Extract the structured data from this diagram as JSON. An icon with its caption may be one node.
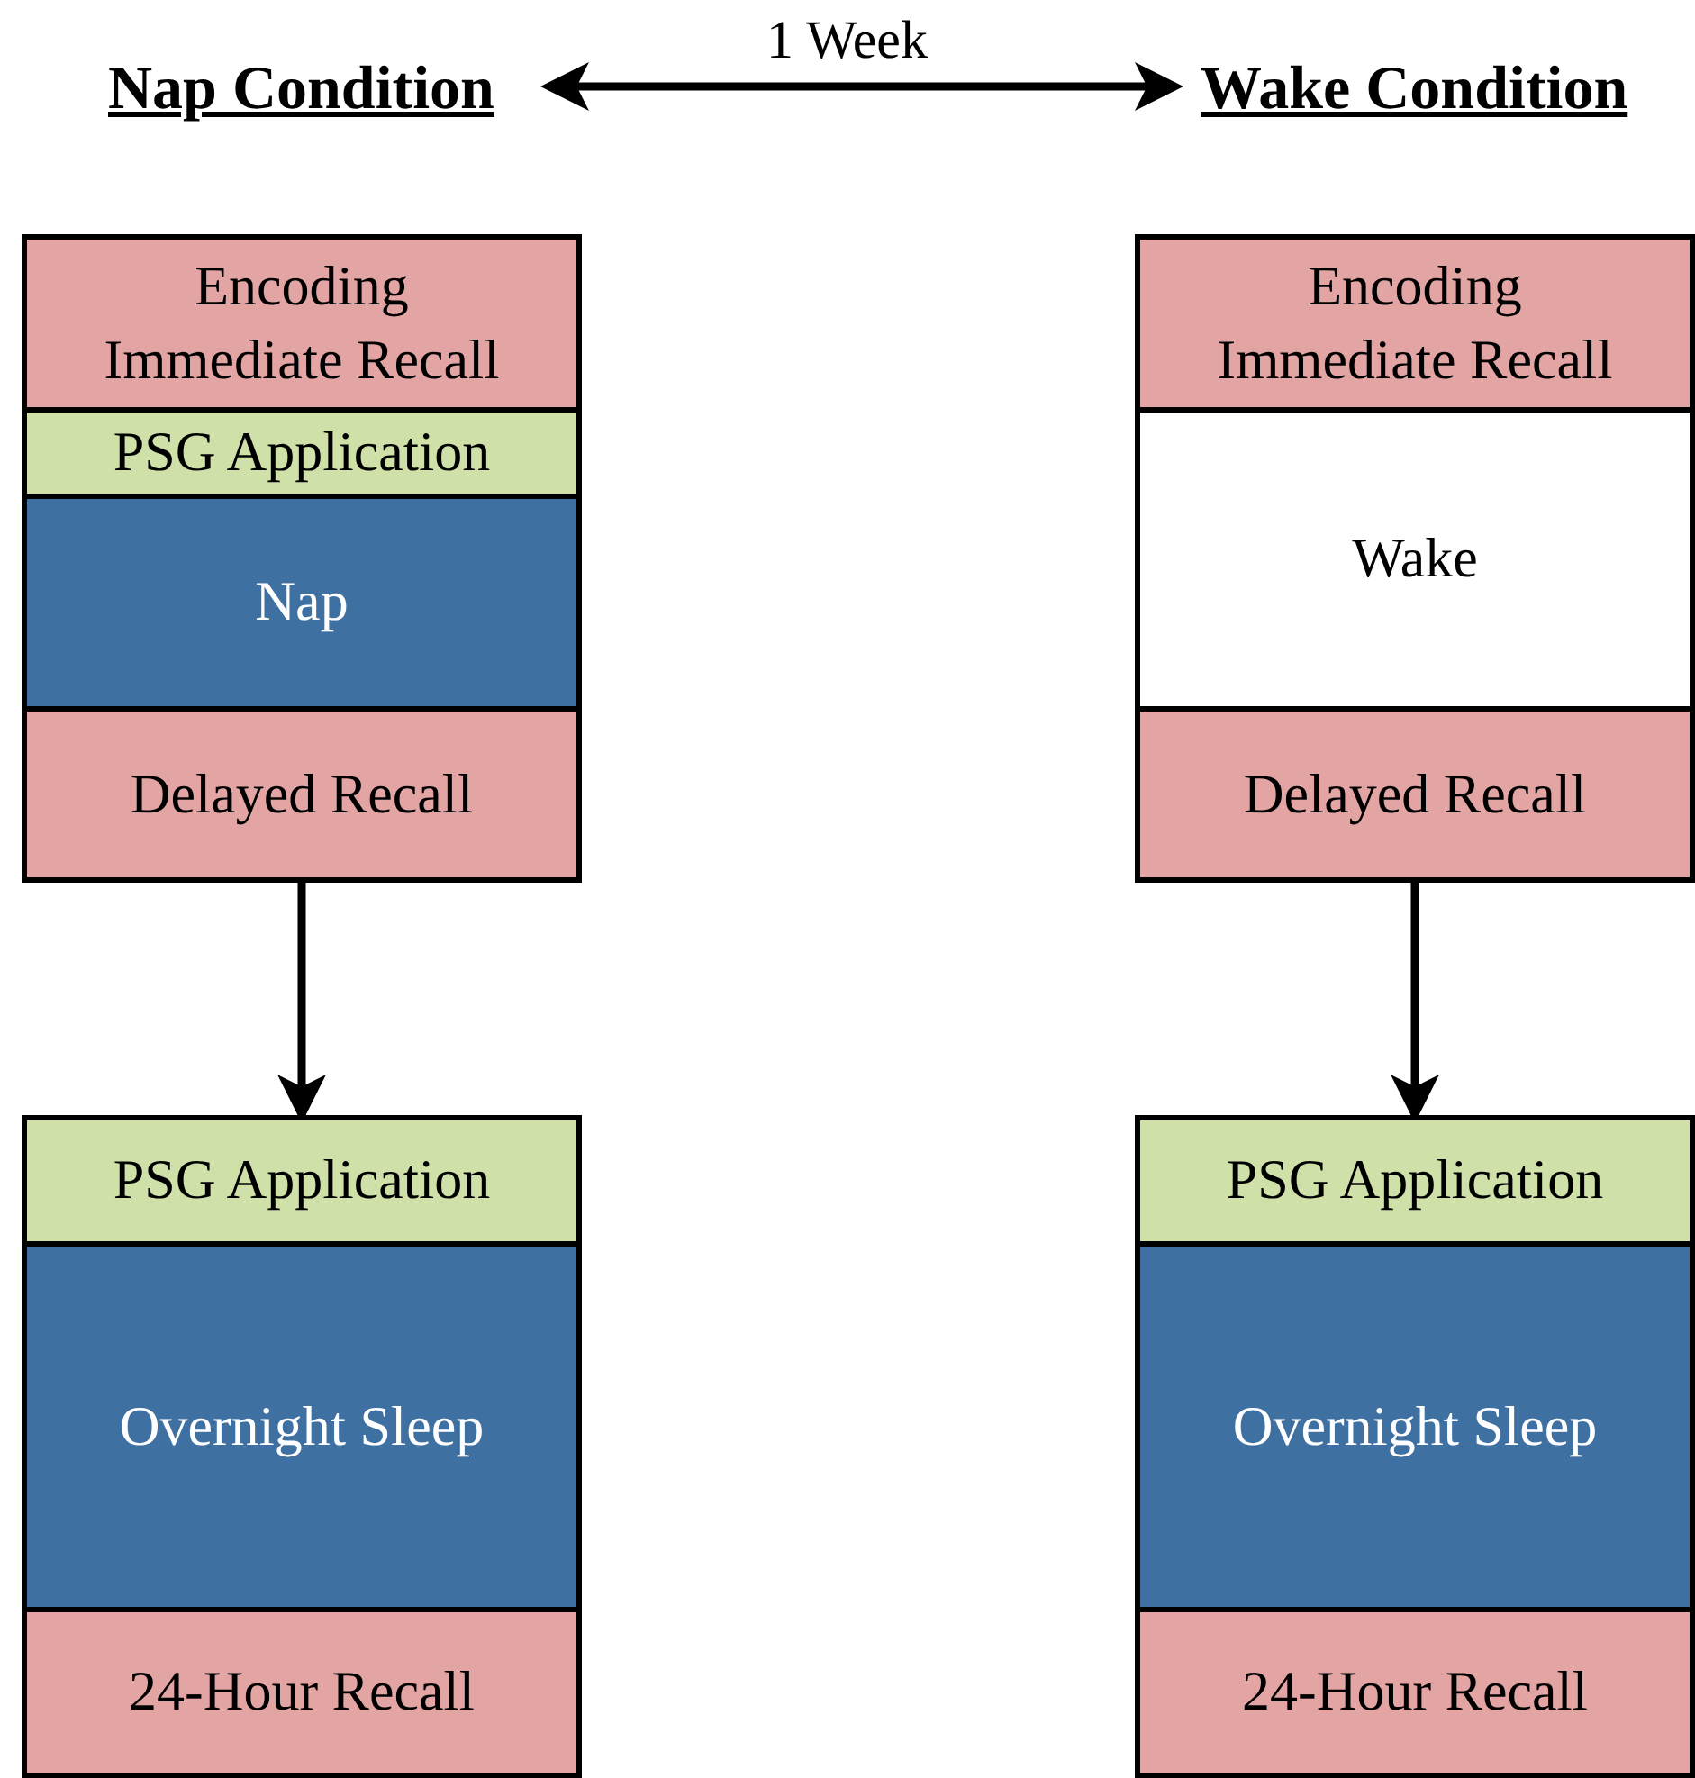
{
  "diagram": {
    "nodes": [
      {
        "text": [
          "Nap Condition"
        ]
      },
      {
        "text": [
          "Wake Condition"
        ]
      },
      {
        "text": [
          "Encoding Immediate Recall"
        ]
      },
      {
        "text": [
          "PSG Application"
        ]
      },
      {
        "text": [
          "Nap"
        ]
      },
      {
        "text": [
          "Delayed Recall"
        ]
      },
      {
        "text": [
          "PSG Application"
        ]
      },
      {
        "text": [
          "Overnight Sleep"
        ]
      },
      {
        "text": [
          "24-Hour Recall"
        ]
      },
      {
        "text": [
          "Encoding Immediate Recall"
        ]
      },
      {
        "text": [
          "Wake"
        ]
      },
      {
        "text": [
          "Delayed Recall"
        ]
      },
      {
        "text": [
          "PSG Application"
        ]
      },
      {
        "text": [
          "Overnight Sleep"
        ]
      },
      {
        "text": [
          "24-Hour Recall"
        ]
      }
    ],
    "edges": [
      {
        "from": 0,
        "to": 1,
        "arrow": "both",
        "label": "1 Week"
      },
      {
        "from": 5,
        "to": 6,
        "arrow": "to"
      },
      {
        "from": 11,
        "to": 12,
        "arrow": "to"
      }
    ]
  }
}
